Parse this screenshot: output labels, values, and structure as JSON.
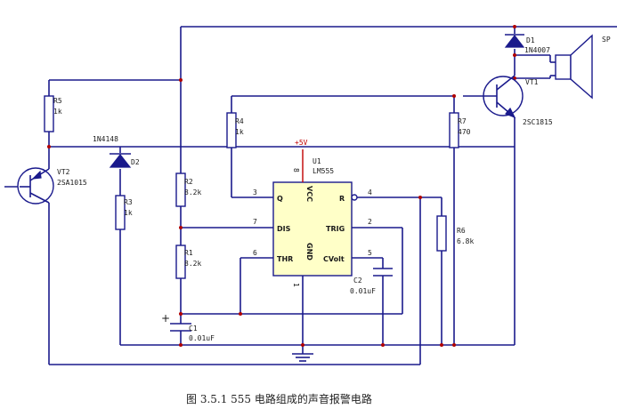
{
  "caption": "图 3.5.1   555 电路组成的声音报警电路",
  "ic": {
    "ref": "U1",
    "part": "LM555",
    "supply": "+5V",
    "pins": {
      "q": "Q",
      "vcc": "VCC",
      "r": "R",
      "dis": "DIS",
      "trig": "TRIG",
      "thr": "THR",
      "gnd": "GND",
      "cvolt": "CVolt"
    },
    "pin_numbers": {
      "q": "3",
      "vcc": "8",
      "r": "4",
      "dis": "7",
      "trig": "2",
      "thr": "6",
      "gnd": "1",
      "cvolt": "5"
    }
  },
  "components": {
    "r1": {
      "ref": "R1",
      "value": "8.2k"
    },
    "r2": {
      "ref": "R2",
      "value": "8.2k"
    },
    "r3": {
      "ref": "R3",
      "value": "1k"
    },
    "r4": {
      "ref": "R4",
      "value": "1k"
    },
    "r5": {
      "ref": "R5",
      "value": "1k"
    },
    "r6": {
      "ref": "R6",
      "value": "6.8k"
    },
    "r7": {
      "ref": "R7",
      "value": "470"
    },
    "c1": {
      "ref": "C1",
      "value": "0.01uF",
      "polarity": "+"
    },
    "c2": {
      "ref": "C2",
      "value": "0.01uF"
    },
    "d1": {
      "ref": "D1",
      "part": "1N4007"
    },
    "d2": {
      "ref": "D2",
      "part": "1N4148"
    },
    "vt1": {
      "ref": "VT1",
      "part": "2SC1815"
    },
    "vt2": {
      "ref": "VT2",
      "part": "2SA1015"
    },
    "sp": {
      "ref": "SP"
    }
  }
}
